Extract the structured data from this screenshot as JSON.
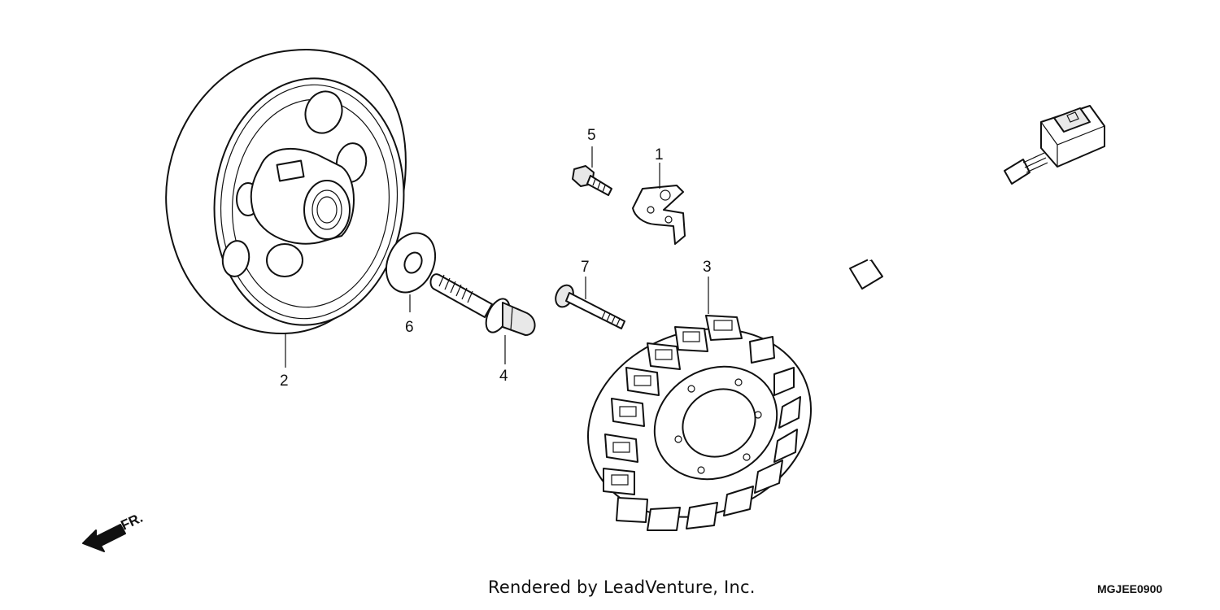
{
  "diagram": {
    "callouts": [
      "1",
      "2",
      "3",
      "4",
      "5",
      "6",
      "7"
    ],
    "direction_label": "FR.",
    "direction_icon": "arrow-left-icon",
    "credit": "Rendered by LeadVenture, Inc.",
    "drawing_code": "MGJEE0900"
  }
}
